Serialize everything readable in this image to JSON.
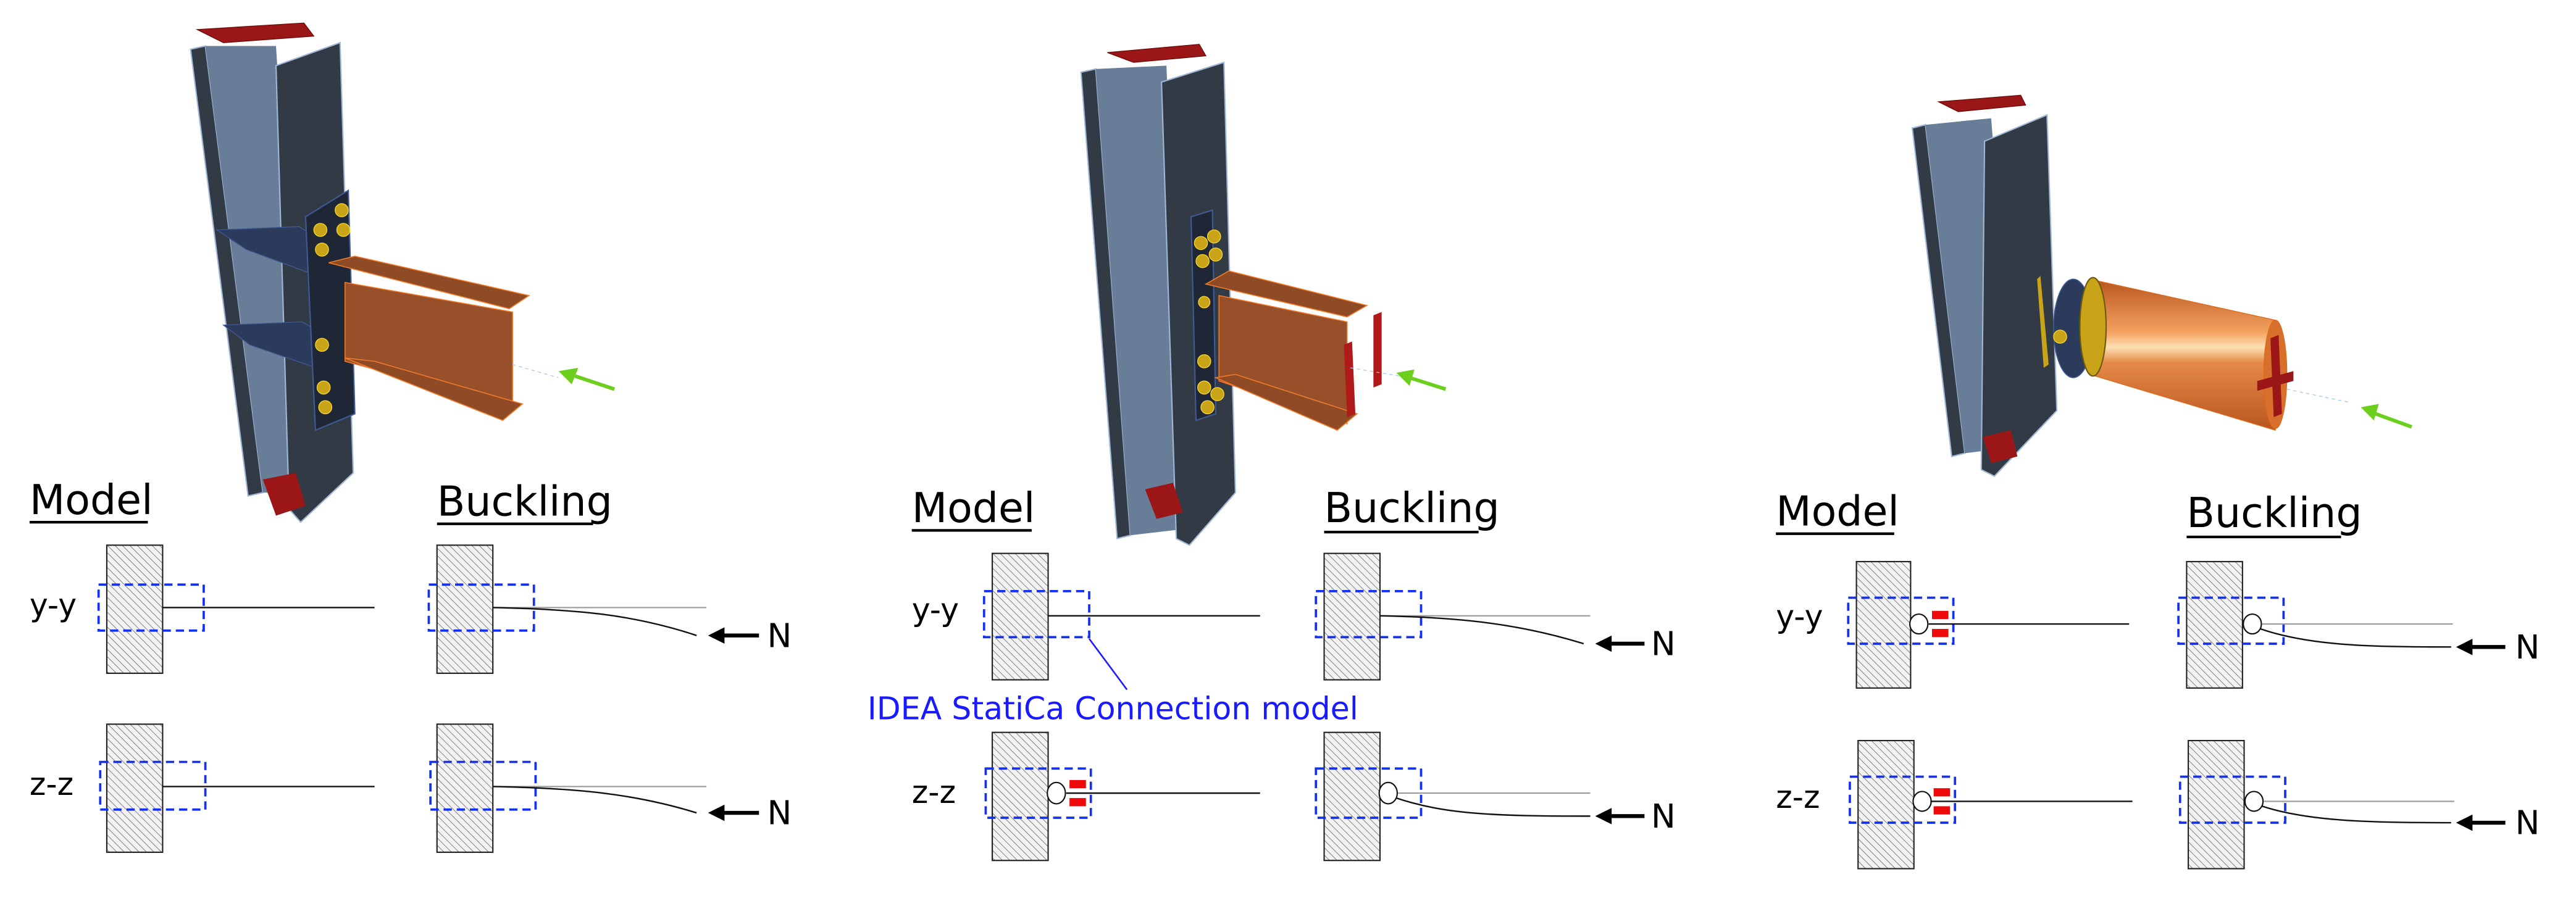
{
  "panels": [
    {
      "id": "bolted-end-plate-with-stiffeners",
      "model_heading": "Model",
      "buckling_heading": "Buckling",
      "rows": [
        {
          "axis": "y-y",
          "connection": "rigid",
          "load_label": "N"
        },
        {
          "axis": "z-z",
          "connection": "rigid",
          "load_label": "N"
        }
      ],
      "model_3d": {
        "beam_type": "I-section",
        "load_arrow": "green"
      }
    },
    {
      "id": "web-cleat-pinned-minor-axis",
      "model_heading": "Model",
      "buckling_heading": "Buckling",
      "callout": "IDEA StatiCa Connection model",
      "rows": [
        {
          "axis": "y-y",
          "connection": "rigid",
          "load_label": "N"
        },
        {
          "axis": "z-z",
          "connection": "hinge-with-springs",
          "load_label": "N"
        }
      ],
      "model_3d": {
        "beam_type": "I-section",
        "load_arrow": "green"
      }
    },
    {
      "id": "tube-pinned-both-axes",
      "model_heading": "Model",
      "buckling_heading": "Buckling",
      "rows": [
        {
          "axis": "y-y",
          "connection": "hinge-with-springs",
          "load_label": "N"
        },
        {
          "axis": "z-z",
          "connection": "hinge-with-springs",
          "load_label": "N"
        }
      ],
      "model_3d": {
        "beam_type": "circular-hollow-section",
        "load_arrow": "green"
      }
    }
  ],
  "colors": {
    "column_dark": "#323a46",
    "column_web": "#687d98",
    "column_edge": "#9fb6d6",
    "cap_plate": "#9b1616",
    "beam": "#98502a",
    "beam_edge": "#f07a2a",
    "plate": "#2c3a5c",
    "bolt": "#c9a418",
    "load_arrow": "#6ccf1e",
    "connection_box": "#1430f0",
    "callout_text": "#1a1aff",
    "spring": "#ee0a0a"
  }
}
